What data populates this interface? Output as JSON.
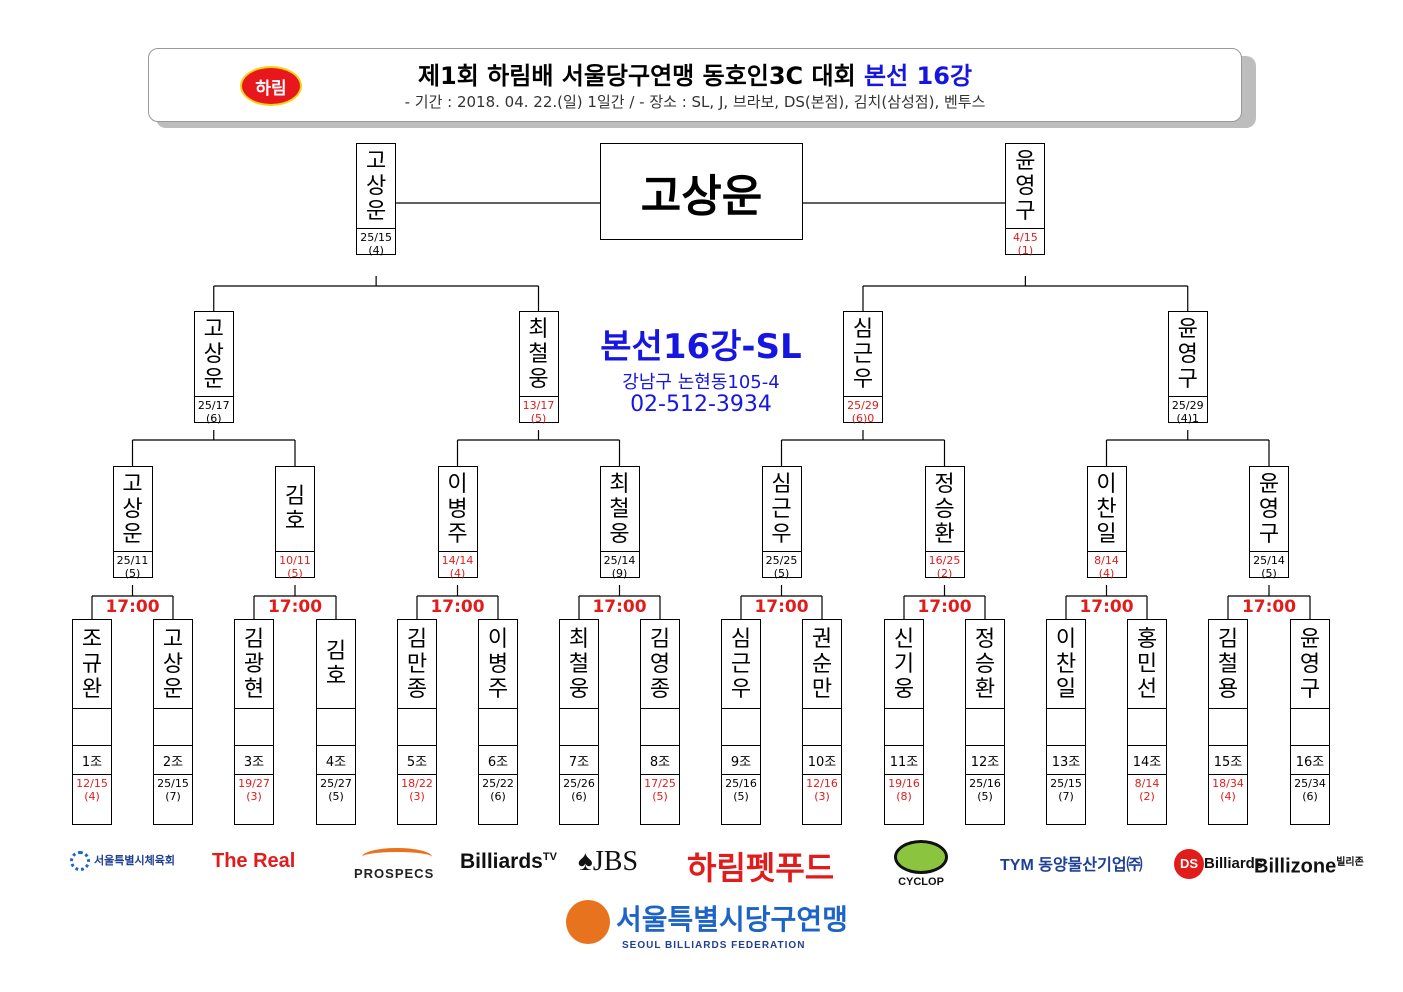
{
  "header": {
    "logo_text": "하림",
    "title_main": "제1회 하림배 서울당구연맹 동호인3C 대회",
    "title_highlight": "본선 16강",
    "subtitle": "- 기간 : 2018. 04. 22.(일) 1일간 / - 장소 : SL, J, 브라보, DS(본점), 김치(삼성점), 벤투스"
  },
  "champion": "고상운",
  "venue": {
    "title": "본선16강-SL",
    "address": "강남구 논현동105-4",
    "phone": "02-512-3934"
  },
  "round16": [
    {
      "name": "조규완",
      "group": "1조",
      "score": "12/15",
      "rank": "(4)",
      "red": true
    },
    {
      "name": "고상운",
      "group": "2조",
      "score": "25/15",
      "rank": "(7)",
      "red": false
    },
    {
      "name": "김광현",
      "group": "3조",
      "score": "19/27",
      "rank": "(3)",
      "red": true
    },
    {
      "name": "김호",
      "group": "4조",
      "score": "25/27",
      "rank": "(5)",
      "red": false
    },
    {
      "name": "김만종",
      "group": "5조",
      "score": "18/22",
      "rank": "(3)",
      "red": true
    },
    {
      "name": "이병주",
      "group": "6조",
      "score": "25/22",
      "rank": "(6)",
      "red": false
    },
    {
      "name": "최철웅",
      "group": "7조",
      "score": "25/26",
      "rank": "(6)",
      "red": false
    },
    {
      "name": "김영종",
      "group": "8조",
      "score": "17/25",
      "rank": "(5)",
      "red": true
    },
    {
      "name": "심근우",
      "group": "9조",
      "score": "25/16",
      "rank": "(5)",
      "red": false
    },
    {
      "name": "권순만",
      "group": "10조",
      "score": "12/16",
      "rank": "(3)",
      "red": true
    },
    {
      "name": "신기웅",
      "group": "11조",
      "score": "19/16",
      "rank": "(8)",
      "red": true
    },
    {
      "name": "정승환",
      "group": "12조",
      "score": "25/16",
      "rank": "(5)",
      "red": false
    },
    {
      "name": "이찬일",
      "group": "13조",
      "score": "25/15",
      "rank": "(7)",
      "red": false
    },
    {
      "name": "홍민선",
      "group": "14조",
      "score": "8/14",
      "rank": "(2)",
      "red": true
    },
    {
      "name": "김철용",
      "group": "15조",
      "score": "18/34",
      "rank": "(4)",
      "red": true
    },
    {
      "name": "윤영구",
      "group": "16조",
      "score": "25/34",
      "rank": "(6)",
      "red": false
    }
  ],
  "match_times": [
    "17:00",
    "17:00",
    "17:00",
    "17:00",
    "17:00",
    "17:00",
    "17:00",
    "17:00"
  ],
  "quarterfinal_round": [
    {
      "name": "고상운",
      "score": "25/11",
      "rank": "(5)",
      "red": false
    },
    {
      "name": "김호",
      "score": "10/11",
      "rank": "(5)",
      "red": true
    },
    {
      "name": "이병주",
      "score": "14/14",
      "rank": "(4)",
      "red": true
    },
    {
      "name": "최철웅",
      "score": "25/14",
      "rank": "(9)",
      "red": false
    },
    {
      "name": "심근우",
      "score": "25/25",
      "rank": "(5)",
      "red": false
    },
    {
      "name": "정승환",
      "score": "16/25",
      "rank": "(2)",
      "red": true
    },
    {
      "name": "이찬일",
      "score": "8/14",
      "rank": "(4)",
      "red": true
    },
    {
      "name": "윤영구",
      "score": "25/14",
      "rank": "(5)",
      "red": false
    }
  ],
  "semifinal_round": [
    {
      "name": "고상운",
      "score": "25/17",
      "rank": "(6)",
      "red": false
    },
    {
      "name": "최철웅",
      "score": "13/17",
      "rank": "(5)",
      "red": true
    },
    {
      "name": "심근우",
      "score": "25/29",
      "rank": "(6)0",
      "red": true
    },
    {
      "name": "윤영구",
      "score": "25/29",
      "rank": "(4)1",
      "red": false
    }
  ],
  "final_round": [
    {
      "name": "고상운",
      "score": "25/15",
      "rank": "(4)",
      "red": false
    },
    {
      "name": "윤영구",
      "score": "4/15",
      "rank": "(1)",
      "red": true
    }
  ],
  "sponsors": {
    "seoul_sports": "서울특별시체육회",
    "the_real": "The Real",
    "prospecs": "PROSPECS",
    "billiards_tv": "Billiards",
    "billiards_tv_sup": "TV",
    "jbs": "♠JBS",
    "harim_petfood": "하림펫푸드",
    "cyclop": "CYCLOP",
    "tym": "TYM 동양물산기업㈜",
    "ds": "DS",
    "ds_text": "Billiards",
    "billizone": "Billizone",
    "billizone_sup": "빌리존",
    "federation": "서울특별시당구연맹",
    "federation_en": "SEOUL BILLIARDS FEDERATION"
  }
}
